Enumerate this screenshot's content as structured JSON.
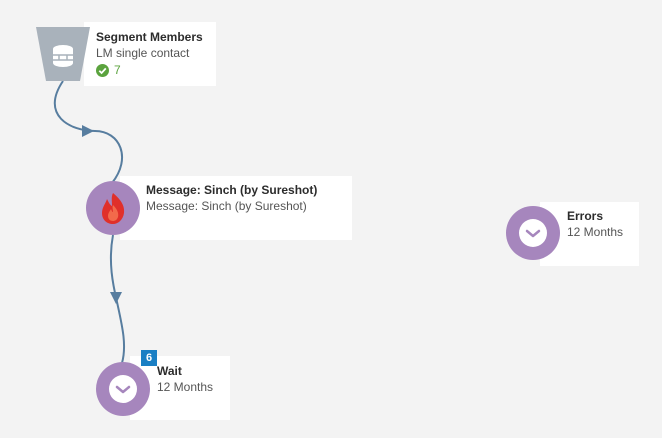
{
  "nodes": {
    "segment": {
      "title": "Segment Members",
      "subtitle": "LM single contact",
      "count": "7",
      "icon": "database-icon"
    },
    "message": {
      "title": "Message: Sinch (by Sureshot)",
      "subtitle": "Message: Sinch (by Sureshot)",
      "icon": "flame-icon"
    },
    "wait": {
      "title": "Wait",
      "subtitle": "12 Months",
      "badge": "6",
      "icon": "clock-icon"
    },
    "errors": {
      "title": "Errors",
      "subtitle": "12 Months",
      "icon": "clock-icon"
    }
  },
  "colors": {
    "canvas_bg": "#f3f3f3",
    "node_purple": "#a686bd",
    "segment_gray": "#a9b2bb",
    "connector": "#577d9f",
    "success_green": "#5ba33e",
    "badge_blue": "#1a7fc4",
    "flame_red": "#e0302a"
  }
}
